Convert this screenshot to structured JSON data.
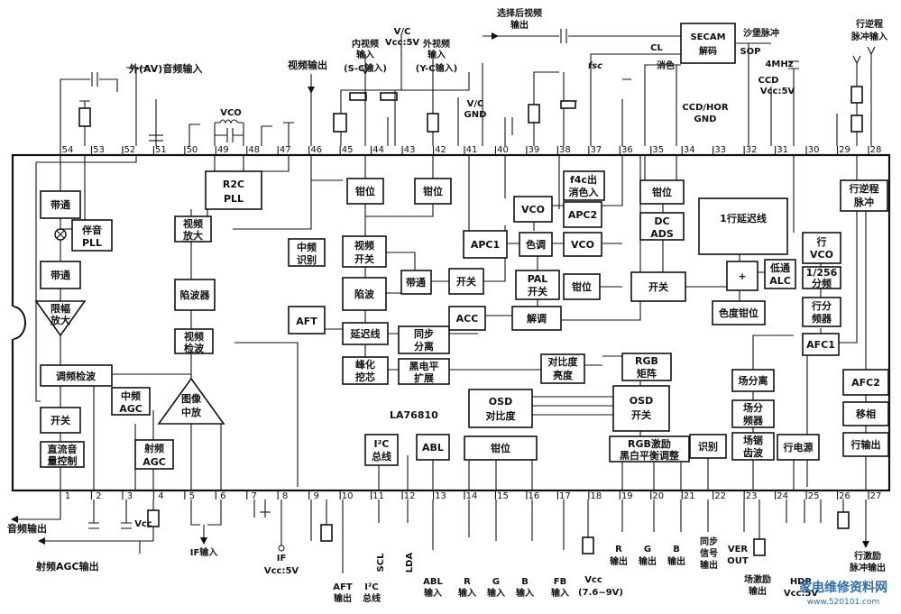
{
  "chip": {
    "name": "LA76810"
  },
  "top_labels": {
    "ext_av_audio": "外(AV)音频输入",
    "video_out": "视频输出",
    "vc_5v_a": "V/C",
    "vc_5v_b": "Vcc:5V",
    "int_video_a": "内视频",
    "int_video_b": "输入",
    "int_video_c": "(S-C输入)",
    "ext_video_a": "外视频",
    "ext_video_b": "输入",
    "ext_video_c": "(Y-C输入)",
    "selected_video_a": "选择后视频",
    "selected_video_b": "输出",
    "vc_gnd_a": "V/C",
    "vc_gnd_b": "GND",
    "vco": "VCO",
    "cl": "CL",
    "fsc": "fsc",
    "color_kill": "消色",
    "secam_a": "SECAM",
    "secam_b": "解码",
    "sandcastle": "沙堡脉冲",
    "sop": "SOP",
    "mhz4": "4MHz",
    "ccd_vcc_a": "CCD",
    "ccd_vcc_b": "Vcc:5V",
    "ccd_gnd_a": "CCD/HOR",
    "ccd_gnd_b": "GND",
    "hflyback_a": "行逆程",
    "hflyback_b": "脉冲输入"
  },
  "bottom_labels": {
    "audio_out": "音频输出",
    "rf_agc_out": "射频AGC输出",
    "vcc": "Vcc",
    "if_in": "IF输入",
    "if_vcc_a": "IF",
    "if_vcc_b": "Vcc:5V",
    "aft_out_a": "AFT",
    "aft_out_b": "输出",
    "i2c_a": "I²C",
    "i2c_b": "总线",
    "scl": "SCL",
    "lda": "LDA",
    "abl_a": "ABL",
    "abl_b": "输入",
    "r_in_a": "R",
    "r_in_b": "输入",
    "g_in_a": "G",
    "g_in_b": "输入",
    "b_in_a": "B",
    "b_in_b": "输入",
    "fb_a": "FB",
    "fb_b": "输入",
    "vcc_range_a": "Vcc",
    "vcc_range_b": "(7.6~9V)",
    "r_out_a": "R",
    "r_out_b": "输出",
    "g_out_a": "G",
    "g_out_b": "输出",
    "b_out_a": "B",
    "b_out_b": "输出",
    "sync_out_a": "同步",
    "sync_out_b": "信号",
    "sync_out_c": "输出",
    "ver_out_a": "VER",
    "ver_out_b": "OUT",
    "vdrive_a": "场激励",
    "vdrive_b": "输出",
    "hdr_a": "HDR",
    "hdr_b": "Vcc:5V",
    "hdrive_a": "行激励",
    "hdrive_b": "脉冲输出",
    "watermark": "家电维修资料网",
    "watermark_url": "www.520101.com"
  },
  "pins_top": [
    "54",
    "53",
    "52",
    "51",
    "50",
    "49",
    "48",
    "47",
    "46",
    "45",
    "44",
    "43",
    "42",
    "41",
    "40",
    "39",
    "38",
    "37",
    "36",
    "35",
    "34",
    "33",
    "32",
    "31",
    "30",
    "29",
    "28"
  ],
  "pins_bottom": [
    "1",
    "2",
    "3",
    "4",
    "5",
    "6",
    "7",
    "8",
    "9",
    "10",
    "11",
    "12",
    "13",
    "14",
    "15",
    "16",
    "17",
    "18",
    "19",
    "20",
    "21",
    "22",
    "23",
    "24",
    "25",
    "26",
    "27"
  ],
  "blocks": {
    "bandpass1": "带通",
    "sound_pll_a": "伴音",
    "sound_pll_b": "PLL",
    "bandpass2": "带通",
    "limiter_a": "限幅",
    "limiter_b": "放大",
    "fm_detect": "调频检波",
    "switch1": "开关",
    "dc_vol_a": "直流音",
    "dc_vol_b": "量控制",
    "r2c_pll_a": "R2C",
    "r2c_pll_b": "PLL",
    "video_amp_a": "视频",
    "video_amp_b": "放大",
    "trap1": "陷波器",
    "video_det_a": "视频",
    "video_det_b": "检波",
    "if_agc_a": "中频",
    "if_agc_b": "AGC",
    "pif_amp_a": "图像",
    "pif_amp_b": "中放",
    "rf_agc_a": "射频",
    "rf_agc_b": "AGC",
    "if_ident_a": "中频",
    "if_ident_b": "识别",
    "aft": "AFT",
    "clamp1": "钳位",
    "clamp2": "钳位",
    "video_sw_a": "视频",
    "video_sw_b": "开关",
    "trap2": "陷波",
    "delay_line": "延迟线",
    "peak_a": "峰化",
    "peak_b": "挖芯",
    "bandpass3": "带通",
    "switch2": "开关",
    "sync_sep_a": "同步",
    "sync_sep_b": "分离",
    "black_a": "黑电平",
    "black_b": "扩展",
    "acc": "ACC",
    "apc1": "APC1",
    "vco1": "VCO",
    "hue": "色调",
    "apc2": "APC2",
    "vco2": "VCO",
    "kill_a": "f4c出",
    "kill_b": "消色入",
    "pal_sw_a": "PAL",
    "pal_sw_b": "开关",
    "demod": "解调",
    "clamp3": "钳位",
    "clamp4": "钳位",
    "dc_ads_a": "DC",
    "dc_ads_b": "ADS",
    "switch3": "开关",
    "hdelay": "1行延迟线",
    "plus": "+",
    "lpf_alc_a": "低通",
    "lpf_alc_b": "ALC",
    "chroma_clamp": "色度钳位",
    "h_vco_a": "行",
    "h_vco_b": "VCO",
    "div256_a": "1/256",
    "div256_b": "分频",
    "h_div_a": "行分",
    "h_div_b": "频器",
    "afc1": "AFC1",
    "h_fly_a": "行逆程",
    "h_fly_b": "脉冲",
    "contrast_a": "对比度",
    "contrast_b": "亮度",
    "rgb_matrix_a": "RGB",
    "rgb_matrix_b": "矩阵",
    "osd_contrast_a": "OSD",
    "osd_contrast_b": "对比度",
    "osd_sw_a": "OSD",
    "osd_sw_b": "开关",
    "clamp5": "钳位",
    "rgb_drive_a": "RGB激励",
    "rgb_drive_b": "黑白平衡调整",
    "i2c_blk_a": "I²C",
    "i2c_blk_b": "总线",
    "abl": "ABL",
    "ident": "识别",
    "v_sep": "场分离",
    "v_div_a": "场分",
    "v_div_b": "频器",
    "v_saw_a": "场锯",
    "v_saw_b": "齿波",
    "h_power": "行电源",
    "afc2": "AFC2",
    "phase": "移相",
    "h_out": "行输出"
  }
}
